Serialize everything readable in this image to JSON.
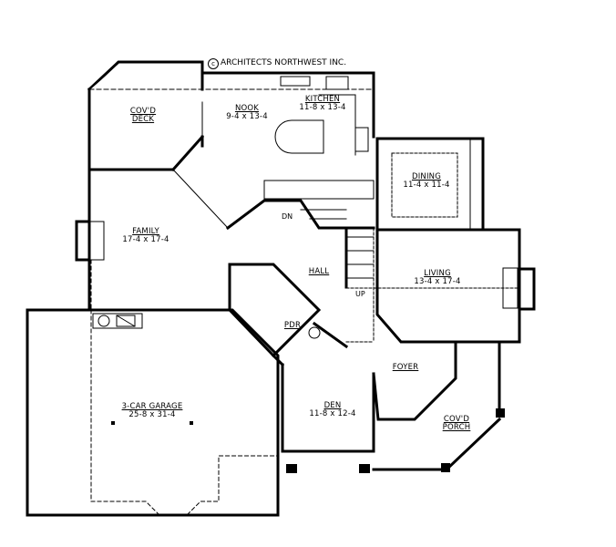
{
  "credit": {
    "symbol": "c",
    "text": "ARCHITECTS NORTHWEST INC."
  },
  "rooms": {
    "deck": {
      "name": "COV'D",
      "name2": "DECK"
    },
    "nook": {
      "name": "NOOK",
      "dims": "9-4 x 13-4"
    },
    "kitchen": {
      "name": "KITCHEN",
      "dims": "11-8 x 13-4"
    },
    "dining": {
      "name": "DINING",
      "dims": "11-4 x 11-4"
    },
    "family": {
      "name": "FAMILY",
      "dims": "17-4 x 17-4"
    },
    "hall": {
      "name": "HALL"
    },
    "living": {
      "name": "LIVING",
      "dims": "13-4 x 17-4"
    },
    "pdr": {
      "name": "PDR"
    },
    "foyer": {
      "name": "FOYER"
    },
    "den": {
      "name": "DEN",
      "dims": "11-8 x 12-4"
    },
    "garage": {
      "name": "3-CAR GARAGE",
      "dims": "25-8 x 31-4"
    },
    "porch": {
      "name": "COV'D",
      "name2": "PORCH"
    }
  },
  "stairs": {
    "down": "DN",
    "up": "UP"
  },
  "colors": {
    "ink": "#000000",
    "paper": "#ffffff"
  }
}
